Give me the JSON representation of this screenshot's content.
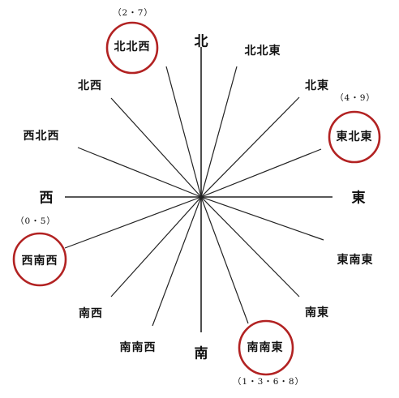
{
  "directions": [
    {
      "id": "n",
      "label": "北",
      "major": true,
      "highlight": false
    },
    {
      "id": "nne",
      "label": "北北東",
      "major": false,
      "highlight": false
    },
    {
      "id": "ne",
      "label": "北東",
      "major": false,
      "highlight": false
    },
    {
      "id": "ene",
      "label": "東北東",
      "major": false,
      "highlight": true,
      "note": "（4・9）"
    },
    {
      "id": "e",
      "label": "東",
      "major": true,
      "highlight": false
    },
    {
      "id": "ese",
      "label": "東南東",
      "major": false,
      "highlight": false
    },
    {
      "id": "se",
      "label": "南東",
      "major": false,
      "highlight": false
    },
    {
      "id": "sse",
      "label": "南南東",
      "major": false,
      "highlight": true,
      "note": "（1・3・6・8）"
    },
    {
      "id": "s",
      "label": "南",
      "major": true,
      "highlight": false
    },
    {
      "id": "ssw",
      "label": "南南西",
      "major": false,
      "highlight": false
    },
    {
      "id": "sw",
      "label": "南西",
      "major": false,
      "highlight": false
    },
    {
      "id": "wsw",
      "label": "西南西",
      "major": false,
      "highlight": true,
      "note": "（0・5）"
    },
    {
      "id": "w",
      "label": "西",
      "major": true,
      "highlight": false
    },
    {
      "id": "wnw",
      "label": "西北西",
      "major": false,
      "highlight": false
    },
    {
      "id": "nw",
      "label": "北西",
      "major": false,
      "highlight": false
    },
    {
      "id": "nnw",
      "label": "北北西",
      "major": false,
      "highlight": true,
      "note": "（2・7）"
    }
  ],
  "colors": {
    "line": "#222222",
    "circle": "#b22222",
    "text": "#111111"
  }
}
